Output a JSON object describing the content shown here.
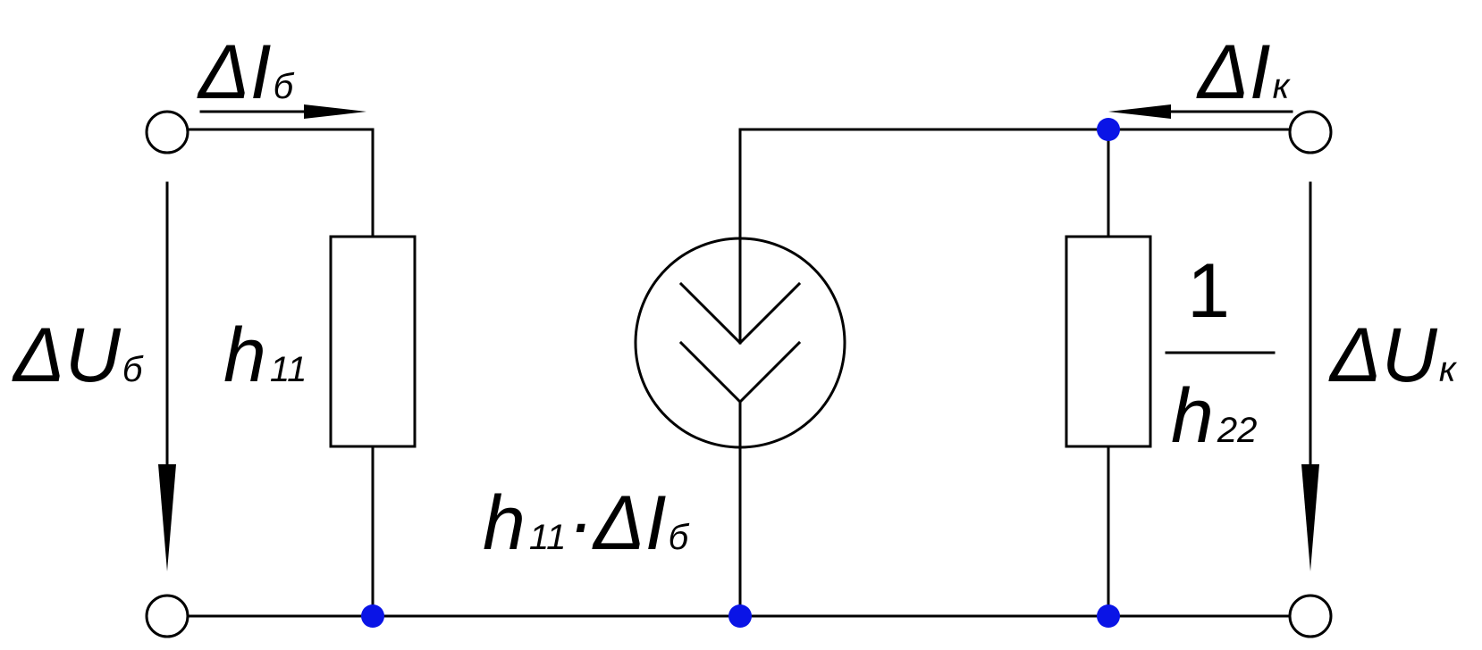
{
  "labels": {
    "input_current": {
      "delta": "ΔI",
      "sub": "б"
    },
    "output_current": {
      "delta": "ΔI",
      "sub": "к"
    },
    "input_voltage": {
      "delta": "ΔU",
      "sub": "б"
    },
    "output_voltage": {
      "delta": "ΔU",
      "sub": "к"
    },
    "input_resistance": {
      "main": "h",
      "sub": "11"
    },
    "source": {
      "main": "h",
      "sub": "11",
      "dot": "·",
      "delta": "ΔI",
      "sub2": "б"
    },
    "output_conductance": {
      "numerator": "1",
      "main": "h",
      "sub": "22"
    }
  },
  "colors": {
    "wire": "#000000",
    "node": "#0a14e6",
    "background": "#ffffff"
  }
}
